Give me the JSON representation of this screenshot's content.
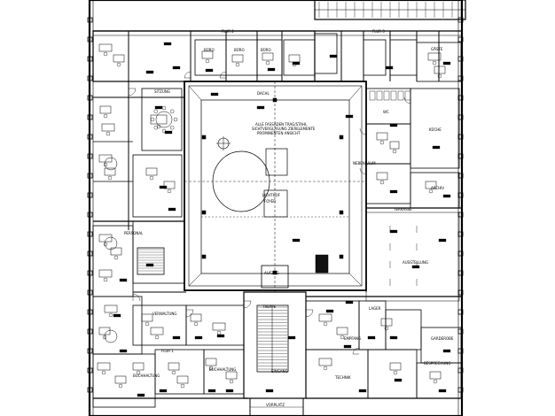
{
  "drawing": {
    "labels": {
      "atrium_note": "ALLE FASSADEN TRAG/STAHL",
      "atrium_note_2": "SICHTVERGLASUNG ZIERELEMENTE",
      "atrium_note_3": "PROMINENTEN ANSICHT",
      "dach_top": "DACHL",
      "ausstellung": "AUSSTELLUNG",
      "personal": "PERSONAL",
      "buchhaltung": "BUCHHALTUNG",
      "buchhaltung_2": "BUCHHALTUNG",
      "sitzung": "SITZUNG",
      "empfang": "EMPFANG",
      "lager": "LAGER",
      "technik": "TECHNIK",
      "vorplatz": "VORPLATZ",
      "flur_1": "FLUR 1",
      "flur_2": "FLUR 2",
      "flur_3": "FLUR 3",
      "wc": "WC",
      "kueche": "KÜCHE",
      "archiv": "ARCHIV",
      "besprechung": "BESPRECHUNG",
      "eingang": "EINGANG",
      "treppe": "TREPPE",
      "aufzug": "AUFZUG",
      "garderobe": "GARDEROBE",
      "gaeste": "GÄSTE",
      "buero_1": "BÜRO",
      "buero_2": "BÜRO",
      "buero_3": "BÜRO",
      "verwaltung": "VERWALTUNG",
      "nebenraum": "NEBENRAUM",
      "terrasse": "TERRASSE",
      "lichthof": "LICHTHOF",
      "foyer": "FOYER"
    }
  }
}
